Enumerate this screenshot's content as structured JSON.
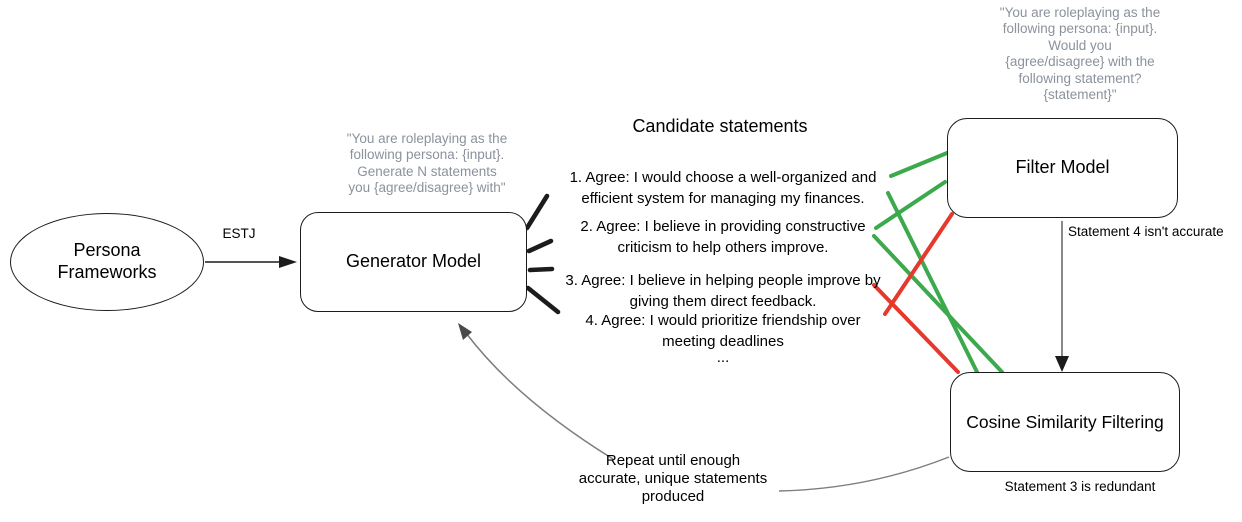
{
  "colors": {
    "green": "#3caa4c",
    "red": "#e6392e",
    "gray_text": "#8b929c",
    "arrow_gray": "#7d7d7d",
    "line_black": "#1c1c1c",
    "thin_arrow": "#4a4a4a"
  },
  "nodes": {
    "persona": {
      "label": "Persona\nFrameworks"
    },
    "generator": {
      "label": "Generator Model",
      "prompt": "\"You are roleplaying as the\nfollowing persona: {input}.\nGenerate N statements\nyou {agree/disagree} with\""
    },
    "filter": {
      "label": "Filter Model",
      "prompt": "\"You are roleplaying as the\nfollowing persona: {input}.\nWould you\n{agree/disagree} with the\nfollowing statement?\n{statement}\""
    },
    "cosine": {
      "label": "Cosine Similarity Filtering"
    }
  },
  "statements": {
    "title": "Candidate statements",
    "items": [
      "1. Agree: I would choose a well-organized and\nefficient system for managing my finances.",
      "2. Agree: I believe in providing constructive\ncriticism to help others improve.",
      "3. Agree: I believe in helping people improve by\ngiving them direct feedback.",
      "4. Agree: I would prioritize friendship over\nmeeting deadlines"
    ],
    "ellipsis": "..."
  },
  "edges": {
    "estj_label": "ESTJ",
    "filter_note": "Statement 4 isn't accurate",
    "cosine_note": "Statement 3 is redundant",
    "repeat_note": "Repeat until enough\naccurate, unique statements\nproduced"
  }
}
